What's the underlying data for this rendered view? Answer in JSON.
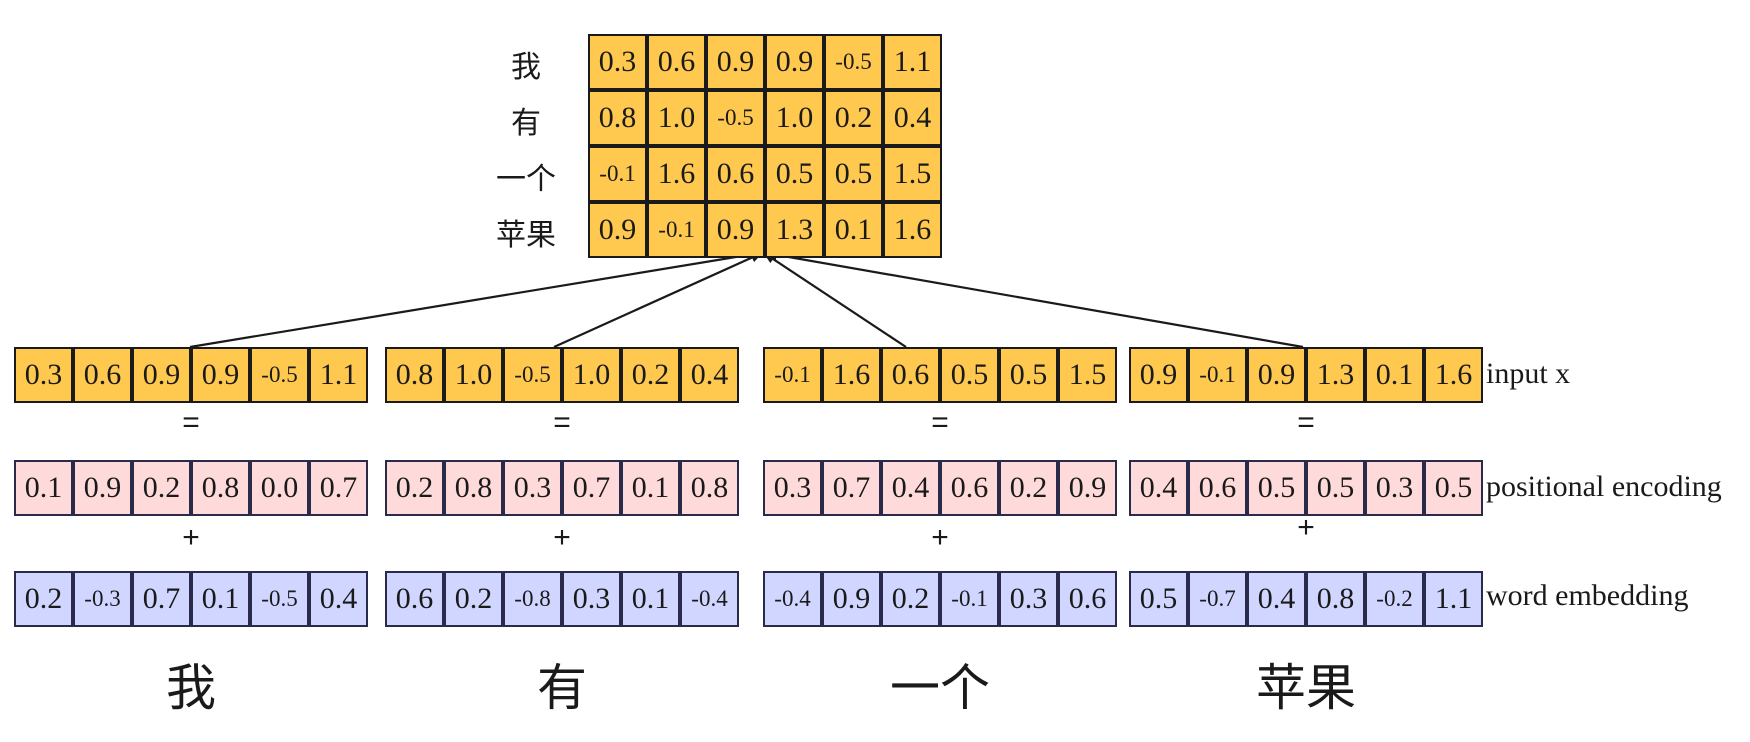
{
  "matrix": {
    "row_labels": [
      "我",
      "有",
      "一个",
      "苹果"
    ],
    "rows": [
      [
        "0.3",
        "0.6",
        "0.9",
        "0.9",
        "-0.5",
        "1.1"
      ],
      [
        "0.8",
        "1.0",
        "-0.5",
        "1.0",
        "0.2",
        "0.4"
      ],
      [
        "-0.1",
        "1.6",
        "0.6",
        "0.5",
        "0.5",
        "1.5"
      ],
      [
        "0.9",
        "-0.1",
        "0.9",
        "1.3",
        "0.1",
        "1.6"
      ]
    ]
  },
  "row_labels": {
    "input": "input x",
    "positional": "positional encoding",
    "embedding": "word embedding"
  },
  "operators": {
    "equals": "=",
    "plus": "+"
  },
  "tokens": [
    {
      "word": "我",
      "input": [
        "0.3",
        "0.6",
        "0.9",
        "0.9",
        "-0.5",
        "1.1"
      ],
      "positional": [
        "0.1",
        "0.9",
        "0.2",
        "0.8",
        "0.0",
        "0.7"
      ],
      "embedding": [
        "0.2",
        "-0.3",
        "0.7",
        "0.1",
        "-0.5",
        "0.4"
      ]
    },
    {
      "word": "有",
      "input": [
        "0.8",
        "1.0",
        "-0.5",
        "1.0",
        "0.2",
        "0.4"
      ],
      "positional": [
        "0.2",
        "0.8",
        "0.3",
        "0.7",
        "0.1",
        "0.8"
      ],
      "embedding": [
        "0.6",
        "0.2",
        "-0.8",
        "0.3",
        "0.1",
        "-0.4"
      ]
    },
    {
      "word": "一个",
      "input": [
        "-0.1",
        "1.6",
        "0.6",
        "0.5",
        "0.5",
        "1.5"
      ],
      "positional": [
        "0.3",
        "0.7",
        "0.4",
        "0.6",
        "0.2",
        "0.9"
      ],
      "embedding": [
        "-0.4",
        "0.9",
        "0.2",
        "-0.1",
        "0.3",
        "0.6"
      ]
    },
    {
      "word": "苹果",
      "input": [
        "0.9",
        "-0.1",
        "0.9",
        "1.3",
        "0.1",
        "1.6"
      ],
      "positional": [
        "0.4",
        "0.6",
        "0.5",
        "0.5",
        "0.3",
        "0.5"
      ],
      "embedding": [
        "0.5",
        "-0.7",
        "0.4",
        "0.8",
        "-0.2",
        "1.1"
      ]
    }
  ],
  "colors": {
    "input": "#FFC84F",
    "positional": "#FFDADB",
    "embedding": "#D0D6FF",
    "stroke": "#1a1a1a"
  }
}
